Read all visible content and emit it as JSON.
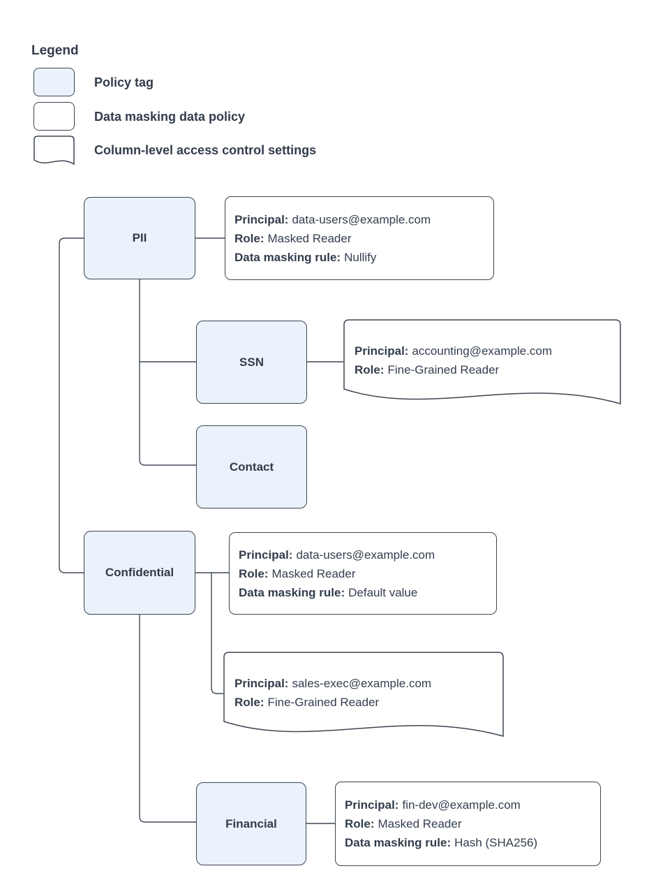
{
  "legend": {
    "title": "Legend",
    "items": [
      {
        "label": "Policy tag"
      },
      {
        "label": "Data masking data policy"
      },
      {
        "label": "Column-level access control settings"
      }
    ]
  },
  "labels": {
    "principal": "Principal:",
    "role": "Role:",
    "rule": "Data masking rule:"
  },
  "tags": {
    "pii": {
      "label": "PII"
    },
    "ssn": {
      "label": "SSN"
    },
    "contact": {
      "label": "Contact"
    },
    "confidential": {
      "label": "Confidential"
    },
    "financial": {
      "label": "Financial"
    }
  },
  "policies": {
    "pii_masking": {
      "principal": "data-users@example.com",
      "role": "Masked Reader",
      "rule": "Nullify"
    },
    "ssn_acl": {
      "principal": "accounting@example.com",
      "role": "Fine-Grained Reader"
    },
    "confidential_masking": {
      "principal": "data-users@example.com",
      "role": "Masked Reader",
      "rule": "Default value"
    },
    "confidential_acl": {
      "principal": "sales-exec@example.com",
      "role": "Fine-Grained Reader"
    },
    "financial_masking": {
      "principal": "fin-dev@example.com",
      "role": "Masked Reader",
      "rule": "Hash (SHA256)"
    }
  },
  "colors": {
    "policy_tag_fill": "#EBF2FC",
    "shape_stroke": "#3B4551",
    "connector_stroke": "#3E4956",
    "text": "#333E4E"
  }
}
